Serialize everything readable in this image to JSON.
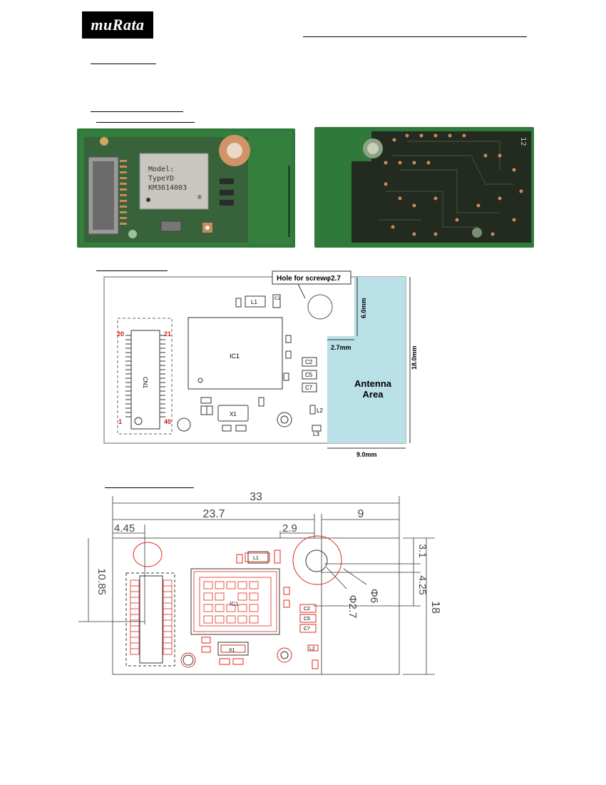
{
  "header": {
    "logo_text": "muRata"
  },
  "photos": {
    "top": {
      "chip_label": [
        "Model:",
        "TypeYD",
        "KM3614003"
      ],
      "chip_mark": "®"
    },
    "bottom": {
      "corner_label": "12"
    }
  },
  "layout_diagram": {
    "hole_callout": "Hole for screwφ2.7",
    "antenna_label": [
      "Antenna",
      "Area"
    ],
    "dim_height": "18.0mm",
    "dim_width": "9.0mm",
    "dim_notch_height": "6.0mm",
    "dim_notch_width": "2.7mm",
    "connector_ref": "CN1",
    "pin_top_left": "20",
    "pin_top_right": "21",
    "pin_bottom_left": "1",
    "pin_bottom_right": "40",
    "components": {
      "l1": "L1",
      "c1": "C1",
      "ic1": "IC1",
      "c2": "C2",
      "c5": "C5",
      "c7": "C7",
      "x1": "X1",
      "l2": "L2",
      "l3": "L3"
    }
  },
  "dimension_drawing": {
    "dims": {
      "overall_width": "33",
      "length_23_7": "23.7",
      "right_9": "9",
      "left_4_45": "4.45",
      "gap_2_9": "2.9",
      "height_10_85": "10.85",
      "top_3_1": "3.1",
      "hole_4_25": "4.25",
      "overall_height": "18",
      "phi_2_7": "Φ2.7",
      "phi_6": "Φ6"
    },
    "components": {
      "l1": "L1",
      "ic1": "IC1",
      "x1": "X1",
      "c2": "C2",
      "c5": "C5",
      "c7": "C7",
      "l2": "L2"
    }
  },
  "colors": {
    "pcb_green": "#2f7a3a",
    "pcb_dark": "#1f4a24",
    "antenna_area": "#b9e0e6",
    "red_outline": "#e0281e",
    "dim_line": "#333333"
  }
}
